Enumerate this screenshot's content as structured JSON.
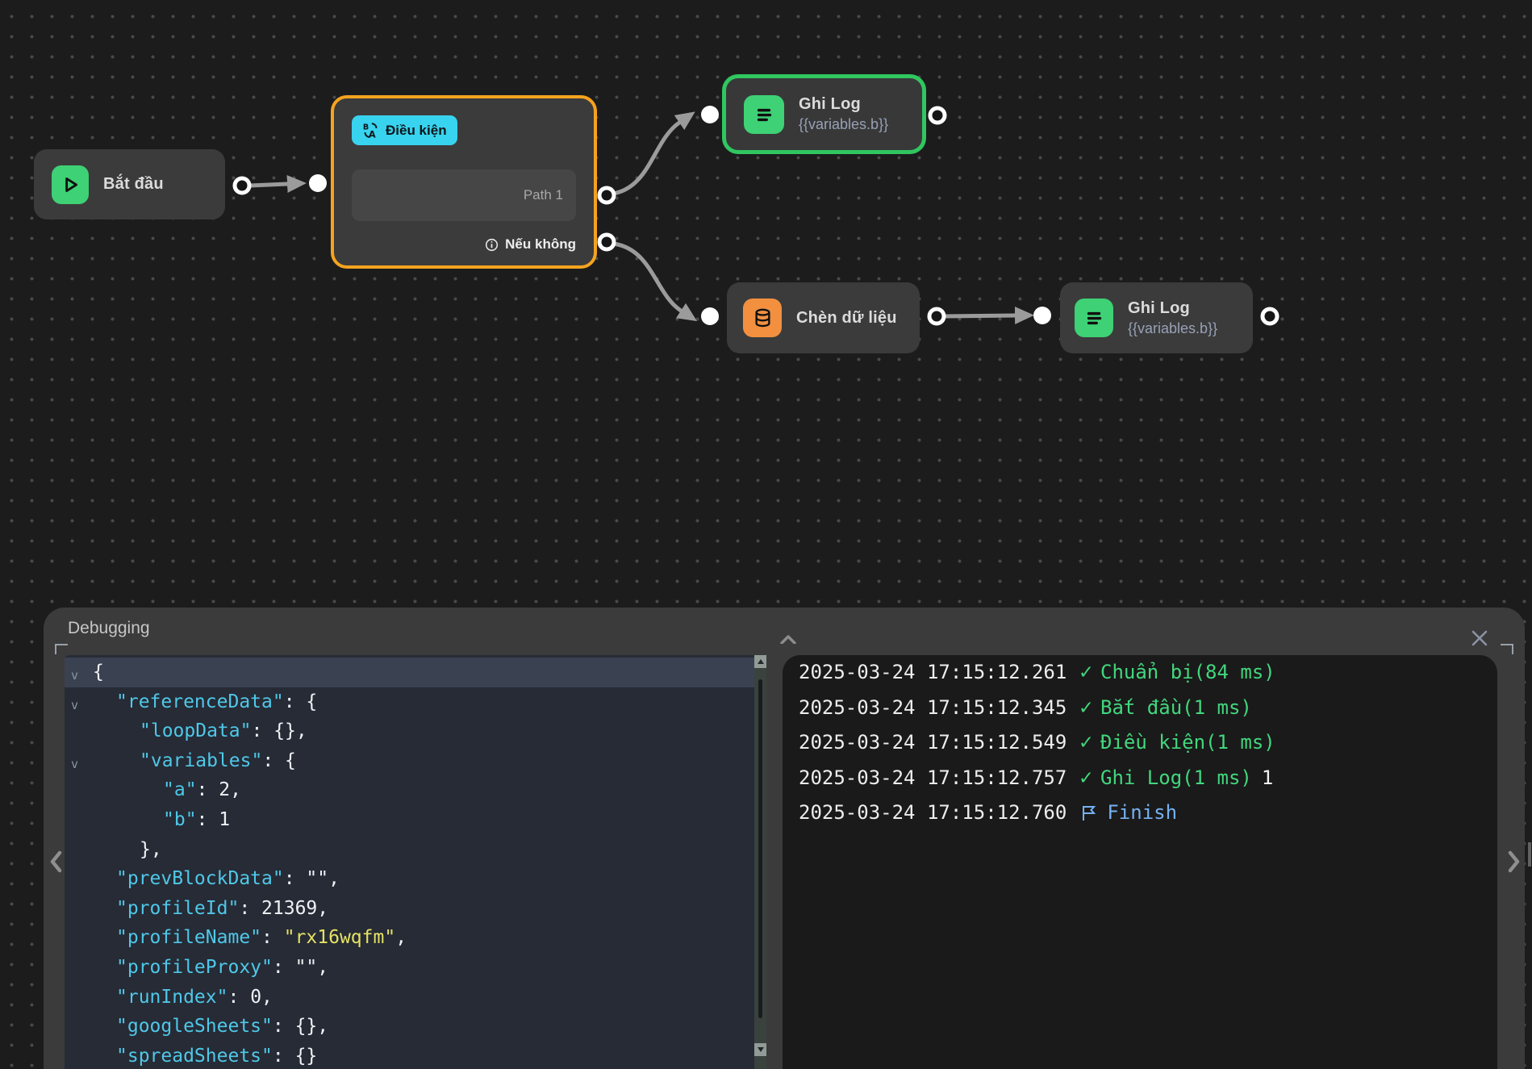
{
  "nodes": {
    "start": {
      "label": "Bắt đầu"
    },
    "condition": {
      "badge_label": "Điều kiện",
      "path_label": "Path 1",
      "else_label": "Nếu không"
    },
    "log_top": {
      "title": "Ghi Log",
      "subtitle": "{{variables.b}}"
    },
    "insert_data": {
      "title": "Chèn dữ liệu"
    },
    "log_bottom": {
      "title": "Ghi Log",
      "subtitle": "{{variables.b}}"
    }
  },
  "debug_panel": {
    "title": "Debugging",
    "json_viewer": {
      "lines": [
        {
          "indent": 0,
          "key": null,
          "value": "{",
          "arrow": true,
          "selected": true
        },
        {
          "indent": 1,
          "key": "referenceData",
          "value": "{",
          "arrow": true
        },
        {
          "indent": 2,
          "key": "loopData",
          "value": "{},"
        },
        {
          "indent": 2,
          "key": "variables",
          "value": "{",
          "arrow": true
        },
        {
          "indent": 3,
          "key": "a",
          "value": "2,"
        },
        {
          "indent": 3,
          "key": "b",
          "value": "1"
        },
        {
          "indent": 2,
          "key": null,
          "value": "},"
        },
        {
          "indent": 1,
          "key": "prevBlockData",
          "value": "\"\","
        },
        {
          "indent": 1,
          "key": "profileId",
          "value": "21369,"
        },
        {
          "indent": 1,
          "key": "profileName",
          "value": "\"rx16wqfm\"",
          "vtype": "string",
          "tail": ","
        },
        {
          "indent": 1,
          "key": "profileProxy",
          "value": "\"\","
        },
        {
          "indent": 1,
          "key": "runIndex",
          "value": "0,"
        },
        {
          "indent": 1,
          "key": "googleSheets",
          "value": "{},"
        },
        {
          "indent": 1,
          "key": "spreadSheets",
          "value": "{}"
        }
      ]
    },
    "log_viewer": {
      "lines": [
        {
          "timestamp": "2025-03-24 17:15:12.261",
          "icon": "check",
          "label": "Chuẩn bị(84 ms)",
          "label_color": "green"
        },
        {
          "timestamp": "2025-03-24 17:15:12.345",
          "icon": "check",
          "label": "Bắt đầu(1 ms)",
          "label_color": "green"
        },
        {
          "timestamp": "2025-03-24 17:15:12.549",
          "icon": "check",
          "label": "Điều kiện(1 ms)",
          "label_color": "green"
        },
        {
          "timestamp": "2025-03-24 17:15:12.757",
          "icon": "check",
          "label": "Ghi Log(1 ms)",
          "label_color": "green",
          "tail": "1"
        },
        {
          "timestamp": "2025-03-24 17:15:12.760",
          "icon": "flag",
          "label": "Finish",
          "label_color": "blue"
        }
      ]
    }
  },
  "colors": {
    "canvas_bg": "#1c1c1d",
    "node_bg": "#3b3b3b",
    "green_accent": "#3ed175",
    "green_border": "#30c660",
    "orange_accent": "#f29040",
    "orange_border": "#f5a31f",
    "cyan_badge": "#38d3ee",
    "wire_gray": "#9b9b9b",
    "json_bg": "#262b36",
    "json_key": "#4fc8e8",
    "json_string": "#e5e263",
    "log_bg": "#1a1a1a",
    "log_green": "#42d77d",
    "log_blue": "#76b1f3"
  }
}
